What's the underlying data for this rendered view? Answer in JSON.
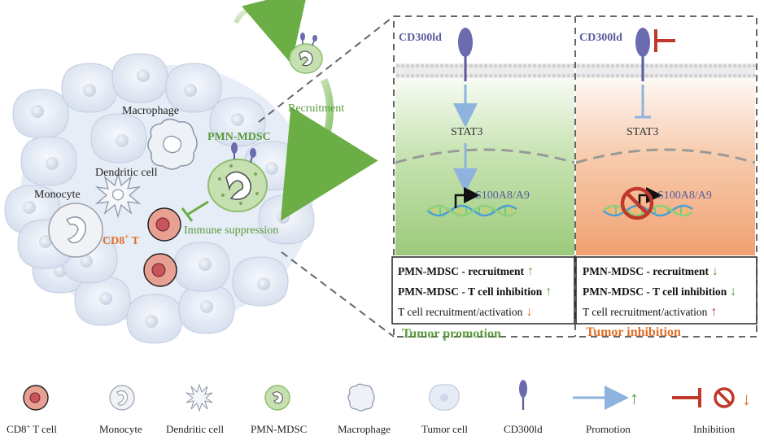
{
  "tumor_labels": {
    "macrophage": "Macrophage",
    "pmn_mdsc": "PMN-MDSC",
    "dendritic_cell": "Dendritic cell",
    "monocyte": "Monocyte",
    "cd8_main": "CD8",
    "cd8_sup": "+",
    "cd8_suffix": " T",
    "immune_suppression": "Immune suppression",
    "recruitment": "Recruitment"
  },
  "left_panel": {
    "receptor": "CD300ld",
    "stat3": "STAT3",
    "gene": "S100A8/A9",
    "rows": [
      {
        "text": "PMN-MDSC - recruitment",
        "arrow": "↑",
        "bold": true
      },
      {
        "text": "PMN-MDSC - T cell inhibition",
        "arrow": "↑",
        "bold": true
      },
      {
        "text": "T cell recruitment/activation",
        "arrow": "↓",
        "bold": false
      }
    ],
    "outcome": "Tumor promotion"
  },
  "right_panel": {
    "receptor": "CD300ld",
    "stat3": "STAT3",
    "gene": "S100A8/A9",
    "rows": [
      {
        "text": "PMN-MDSC - recruitment",
        "arrow": "↓",
        "bold": true
      },
      {
        "text": "PMN-MDSC - T cell inhibition",
        "arrow": "↓",
        "bold": true
      },
      {
        "text": "T cell  recruitment/activation",
        "arrow": "↑",
        "bold": false
      }
    ],
    "outcome": "Tumor inhibition"
  },
  "legend": {
    "cd8_main": "CD8",
    "cd8_sup": "+",
    "cd8_suffix": " T cell",
    "monocyte": "Monocyte",
    "dendritic": "Dendritic cell",
    "pmn": "PMN-MDSC",
    "macrophage": "Macrophage",
    "tumor": "Tumor cell",
    "receptor": "CD300ld",
    "promotion": "Promotion",
    "inhibition": "Inhibition",
    "promo_arrow": "↑",
    "inhib_arrow": "↓"
  },
  "colors": {
    "green_text": "#5a9a3a",
    "orange_text": "#e0702a",
    "receptor_purple": "#5a5a9e",
    "inhibit_red": "#c0392b",
    "arrow_blue": "#8eb3de",
    "tumor_cell": "#e6ecf6"
  }
}
